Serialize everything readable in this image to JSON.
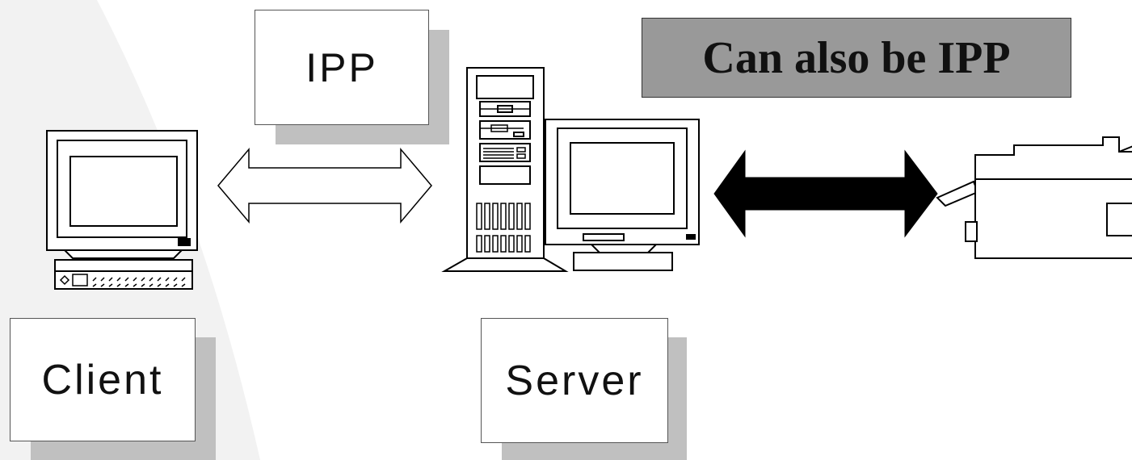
{
  "labels": {
    "protocol": "IPP",
    "client": "Client",
    "server": "Server",
    "note": "Can also be IPP"
  },
  "colors": {
    "background_arc": "#f2f2f2",
    "box_shadow": "#c0c0c0",
    "note_fill": "#999999",
    "solid_arrow": "#000000"
  },
  "icons": [
    "desktop-computer-icon",
    "tower-server-icon",
    "monitor-icon",
    "printer-icon",
    "double-outline-arrow-icon",
    "double-solid-arrow-icon"
  ]
}
